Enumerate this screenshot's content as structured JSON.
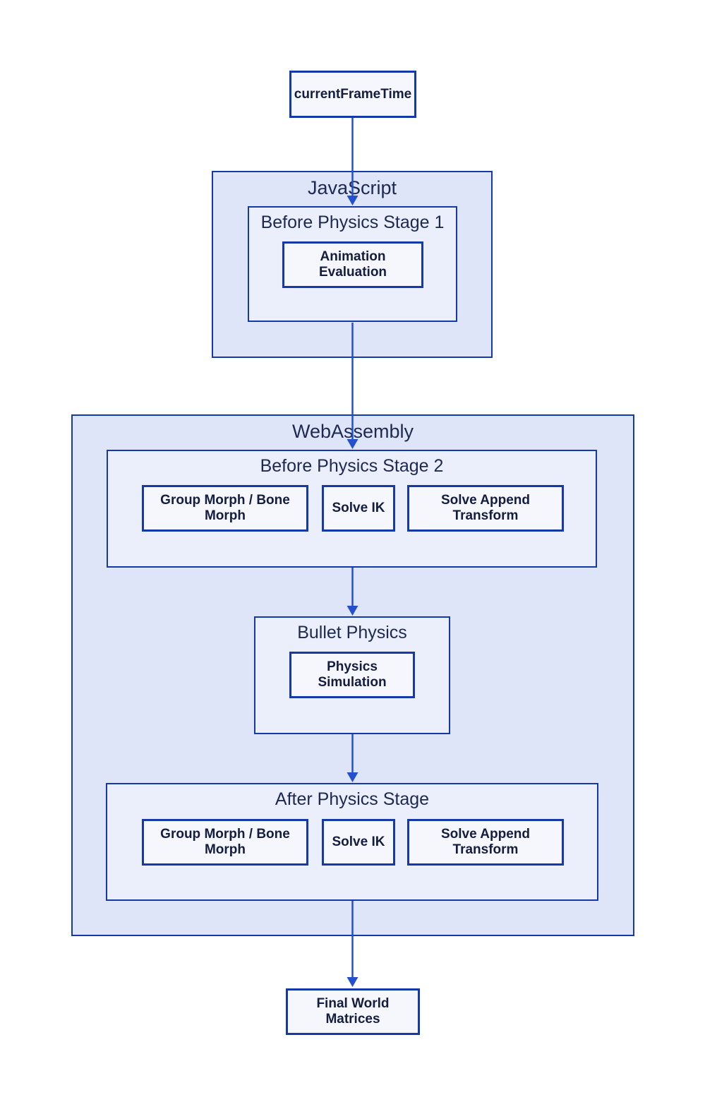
{
  "diagram": {
    "type": "flowchart",
    "colors": {
      "page_background": "#ffffff",
      "container_fill": "#dfe5f8",
      "stage_fill": "#eaeffb",
      "leaf_fill": "#f5f7fd",
      "border": "#1539a8",
      "arrow": "#2450cd",
      "title_text": "#1d2951",
      "leaf_text": "#141d3f"
    },
    "nodes": {
      "current_frame_time": {
        "label": "currentFrameTime"
      },
      "javascript": {
        "title": "JavaScript",
        "stage1": {
          "title": "Before Physics Stage 1",
          "items": [
            {
              "label": "Animation Evaluation"
            }
          ]
        }
      },
      "webassembly": {
        "title": "WebAssembly",
        "stage2": {
          "title": "Before Physics Stage 2",
          "items": [
            {
              "label": "Group Morph / Bone Morph"
            },
            {
              "label": "Solve IK"
            },
            {
              "label": "Solve Append Transform"
            }
          ]
        },
        "bullet": {
          "title": "Bullet Physics",
          "items": [
            {
              "label": "Physics Simulation"
            }
          ]
        },
        "after": {
          "title": "After Physics Stage",
          "items": [
            {
              "label": "Group Morph / Bone Morph"
            },
            {
              "label": "Solve IK"
            },
            {
              "label": "Solve Append Transform"
            }
          ]
        }
      },
      "final_world_matrices": {
        "label": "Final World Matrices"
      }
    },
    "flow": [
      "currentFrameTime -> Before Physics Stage 1",
      "Before Physics Stage 1 -> Before Physics Stage 2",
      "Before Physics Stage 2 -> Bullet Physics",
      "Bullet Physics -> After Physics Stage",
      "After Physics Stage -> Final World Matrices"
    ]
  }
}
